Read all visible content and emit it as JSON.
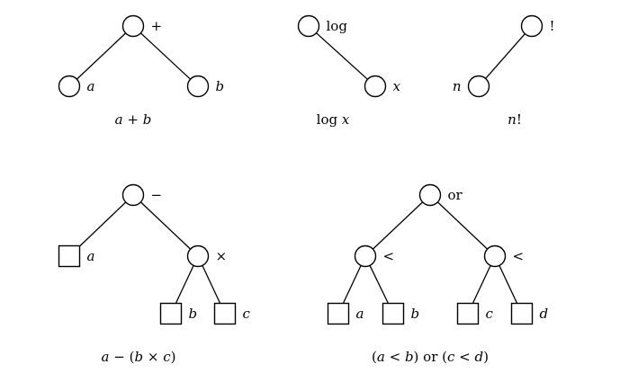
{
  "trees": [
    {
      "caption": [
        {
          "text": "a",
          "italic": true
        },
        {
          "text": " + ",
          "italic": false
        },
        {
          "text": "b",
          "italic": true
        }
      ],
      "nodes": [
        {
          "id": "n1",
          "label": "+",
          "italic": false
        },
        {
          "id": "n2",
          "label": "a",
          "italic": true
        },
        {
          "id": "n3",
          "label": "b",
          "italic": true
        }
      ]
    },
    {
      "caption": [
        {
          "text": "log ",
          "italic": false
        },
        {
          "text": "x",
          "italic": true
        }
      ],
      "nodes": [
        {
          "id": "n1",
          "label": "log",
          "italic": false
        },
        {
          "id": "n2",
          "label": "x",
          "italic": true
        }
      ]
    },
    {
      "caption": [
        {
          "text": "n",
          "italic": true
        },
        {
          "text": "!",
          "italic": false
        }
      ],
      "nodes": [
        {
          "id": "n1",
          "label": "!",
          "italic": false
        },
        {
          "id": "n2",
          "label": "n",
          "italic": true
        }
      ]
    },
    {
      "caption": [
        {
          "text": "a",
          "italic": true
        },
        {
          "text": " − (",
          "italic": false
        },
        {
          "text": "b",
          "italic": true
        },
        {
          "text": " × ",
          "italic": false
        },
        {
          "text": "c",
          "italic": true
        },
        {
          "text": ")",
          "italic": false
        }
      ],
      "nodes": [
        {
          "id": "n1",
          "label": "−",
          "italic": false
        },
        {
          "id": "n2",
          "label": "a",
          "italic": true
        },
        {
          "id": "n3",
          "label": "×",
          "italic": false
        },
        {
          "id": "n4",
          "label": "b",
          "italic": true
        },
        {
          "id": "n5",
          "label": "c",
          "italic": true
        }
      ]
    },
    {
      "caption": [
        {
          "text": "(",
          "italic": false
        },
        {
          "text": "a",
          "italic": true
        },
        {
          "text": " < ",
          "italic": false
        },
        {
          "text": "b",
          "italic": true
        },
        {
          "text": ") or (",
          "italic": false
        },
        {
          "text": "c",
          "italic": true
        },
        {
          "text": " < ",
          "italic": false
        },
        {
          "text": "d",
          "italic": true
        },
        {
          "text": ")",
          "italic": false
        }
      ],
      "nodes": [
        {
          "id": "n1",
          "label": "or",
          "italic": false
        },
        {
          "id": "n2",
          "label": "<",
          "italic": false
        },
        {
          "id": "n3",
          "label": "<",
          "italic": false
        },
        {
          "id": "n4",
          "label": "a",
          "italic": true
        },
        {
          "id": "n5",
          "label": "b",
          "italic": true
        },
        {
          "id": "n6",
          "label": "c",
          "italic": true
        },
        {
          "id": "n7",
          "label": "d",
          "italic": true
        }
      ]
    }
  ]
}
